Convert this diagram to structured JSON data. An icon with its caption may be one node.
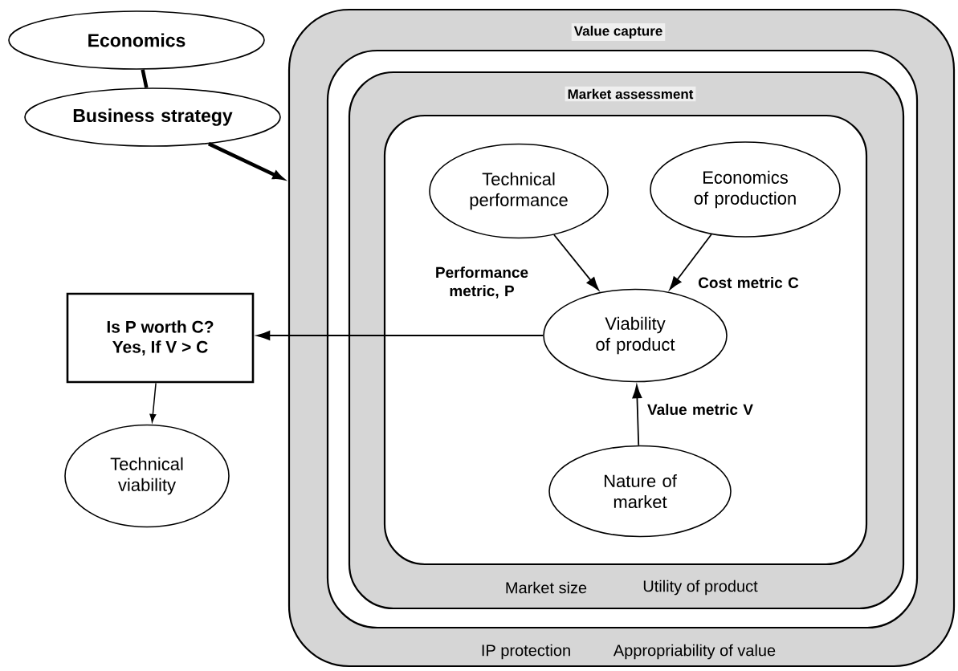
{
  "diagram": {
    "nodes": [
      {
        "text": [
          "Value capture",
          "IP protection",
          "Appropriability of value"
        ]
      },
      {
        "text": [
          "Market assessment",
          "Market size",
          "Utility of product"
        ],
        "in": 0
      },
      {
        "text": [],
        "shape": "box",
        "in": 1
      },
      {
        "text": [
          "Economics"
        ]
      },
      {
        "text": [
          "Business strategy"
        ]
      },
      {
        "text": [
          "Technical performance"
        ],
        "in": 2
      },
      {
        "text": [
          "Economics of production"
        ],
        "in": 2
      },
      {
        "text": [
          "Viability of product"
        ],
        "in": 2
      },
      {
        "text": [
          "Nature of market"
        ],
        "in": 2
      },
      {
        "text": [
          "Is P worth C?",
          "Yes, If V > C"
        ]
      },
      {
        "text": [
          "Technical viability"
        ]
      }
    ],
    "edges": [
      {
        "from": 3,
        "to": 4,
        "arrow": "none",
        "style": "thick"
      },
      {
        "from": 4,
        "to": 0,
        "arrow": "to",
        "style": "thick"
      },
      {
        "from": 5,
        "to": 7,
        "arrow": "to",
        "label": "Performance metric, P"
      },
      {
        "from": 6,
        "to": 7,
        "arrow": "to",
        "label": "Cost metric C"
      },
      {
        "from": 8,
        "to": 7,
        "arrow": "to",
        "label": "Value metric V"
      },
      {
        "from": 7,
        "to": 9,
        "arrow": "to"
      },
      {
        "from": 9,
        "to": 10,
        "arrow": "to"
      }
    ]
  }
}
